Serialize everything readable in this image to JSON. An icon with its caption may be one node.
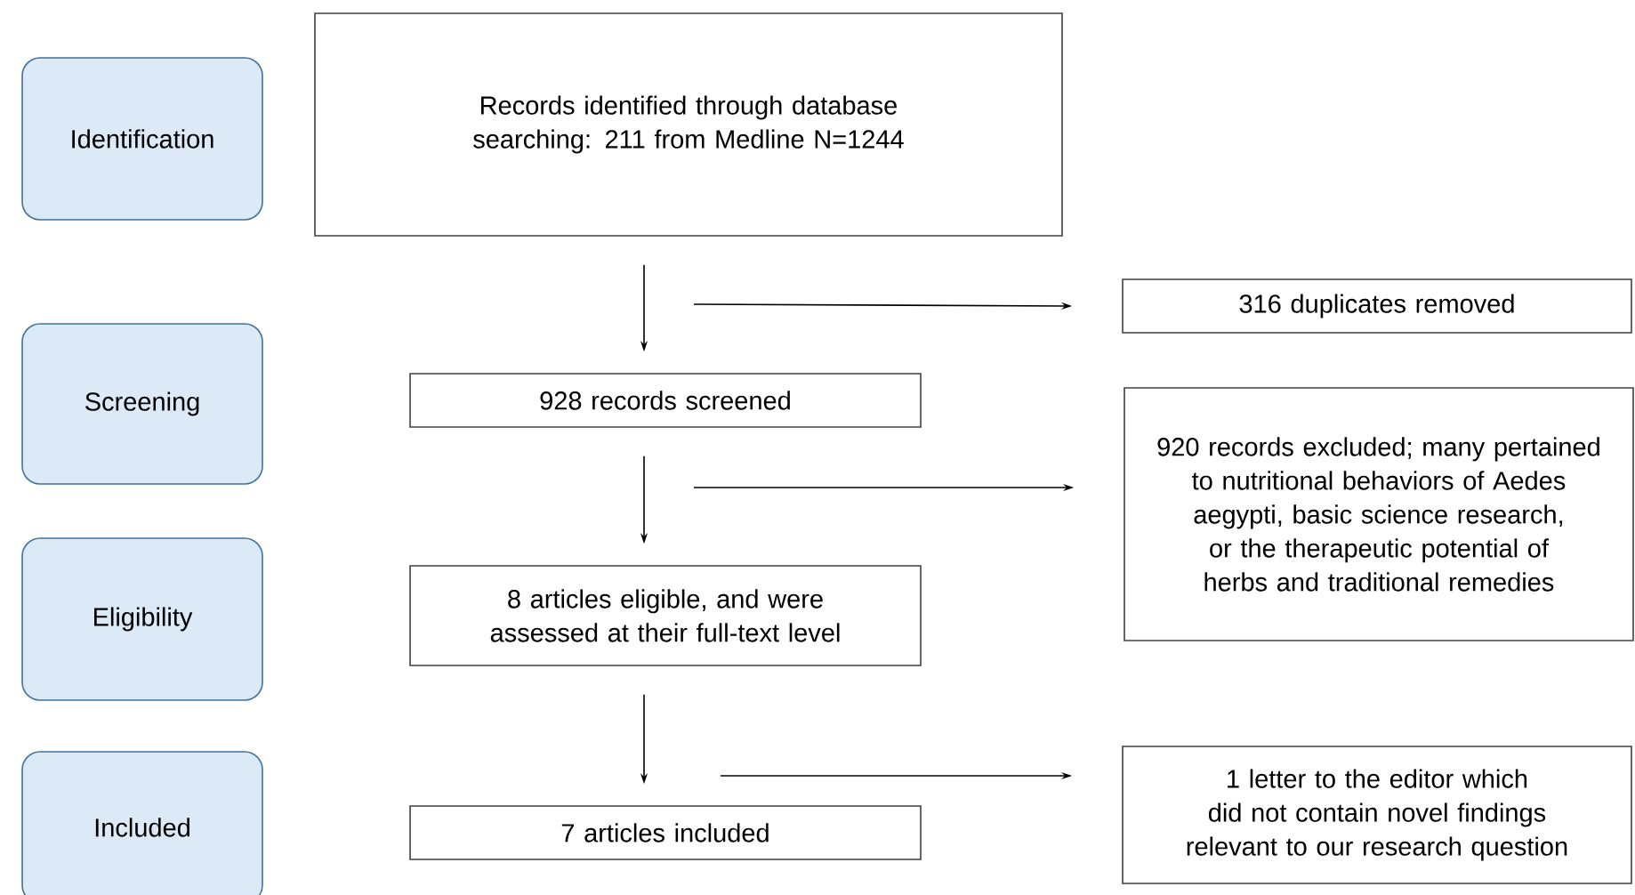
{
  "diagram": {
    "nodes": [
      {
        "text": [
          "Identification"
        ]
      },
      {
        "text": [
          "Records identified through database searching: 211 from Medline N=1244"
        ]
      },
      {
        "text": [
          "316 duplicates removed"
        ]
      },
      {
        "text": [
          "Screening"
        ]
      },
      {
        "text": [
          "928 records screened"
        ]
      },
      {
        "text": [
          "920 records excluded; many pertained to nutritional behaviors of Aedes aegypti, basic science research, or the therapeutic potential of herbs and traditional remedies"
        ]
      },
      {
        "text": [
          "Eligibility"
        ]
      },
      {
        "text": [
          "8 articles eligible, and were assessed at their full-text level"
        ]
      },
      {
        "text": [
          "1 letter to the editor which did not contain novel findings relevant to our research question"
        ]
      },
      {
        "text": [
          "Included"
        ]
      },
      {
        "text": [
          "7 articles included"
        ]
      }
    ],
    "edges": [
      {
        "from": 1,
        "to": 4,
        "arrow": "to"
      },
      {
        "from": 4,
        "to": 7,
        "arrow": "to"
      },
      {
        "from": 7,
        "to": 10,
        "arrow": "to"
      },
      {
        "from": null,
        "to": 2,
        "arrow": "to"
      },
      {
        "from": null,
        "to": 5,
        "arrow": "to"
      },
      {
        "from": null,
        "to": 8,
        "arrow": "to"
      }
    ]
  }
}
